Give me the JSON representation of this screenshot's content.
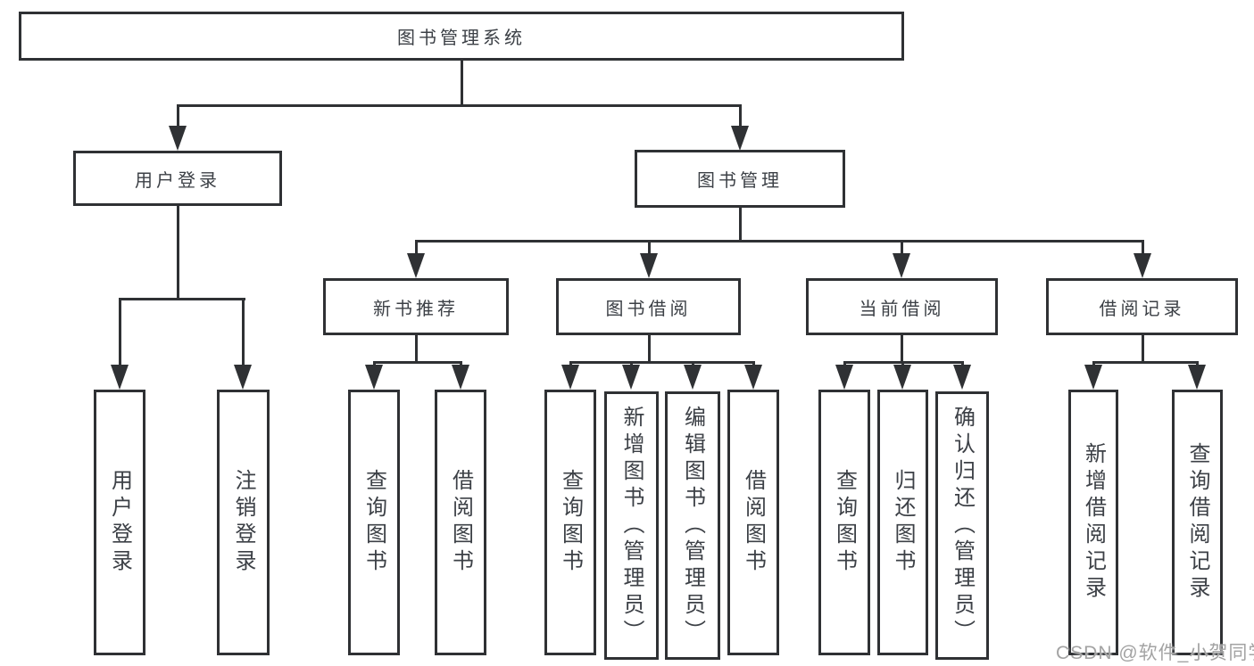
{
  "diagram": {
    "type": "hierarchy-tree",
    "root": {
      "label": "图书管理系统",
      "children": [
        {
          "label": "用户登录",
          "children": [
            {
              "label": "用户登录"
            },
            {
              "label": "注销登录"
            }
          ]
        },
        {
          "label": "图书管理",
          "children": [
            {
              "label": "新书推荐",
              "children": [
                {
                  "label": "查询图书"
                },
                {
                  "label": "借阅图书"
                }
              ]
            },
            {
              "label": "图书借阅",
              "children": [
                {
                  "label": "查询图书"
                },
                {
                  "label": "新增图书（管理员）"
                },
                {
                  "label": "编辑图书（管理员）"
                },
                {
                  "label": "借阅图书"
                }
              ]
            },
            {
              "label": "当前借阅",
              "children": [
                {
                  "label": "查询图书"
                },
                {
                  "label": "归还图书"
                },
                {
                  "label": "确认归还（管理员）"
                }
              ]
            },
            {
              "label": "借阅记录",
              "children": [
                {
                  "label": "新增借阅记录"
                },
                {
                  "label": "查询借阅记录"
                }
              ]
            }
          ]
        }
      ]
    }
  },
  "watermark": {
    "text": "CSDN @软件_小贺同学"
  },
  "colors": {
    "line": "#2f3134",
    "text": "#3c4046",
    "watermark": "#a3a3a3",
    "background": "#ffffff"
  }
}
